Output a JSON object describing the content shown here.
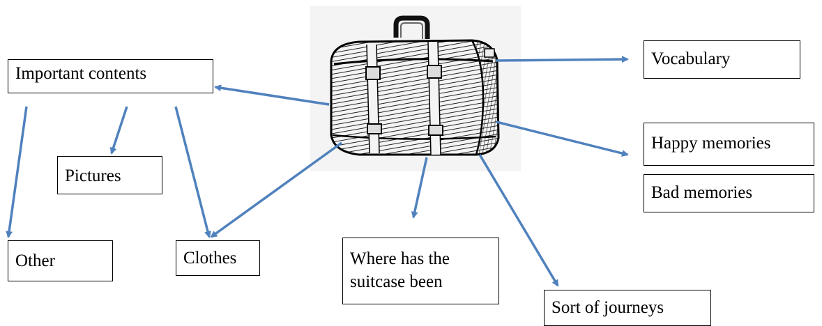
{
  "diagram": {
    "center_image": "suitcase-sketch",
    "arrow_color": "#4f81bd",
    "nodes": {
      "important_contents": "Important contents",
      "pictures": "Pictures",
      "other": "Other",
      "clothes": "Clothes",
      "where_been": "Where has the suitcase been",
      "vocabulary": "Vocabulary",
      "happy_memories": "Happy memories",
      "bad_memories": "Bad memories",
      "sort_of_journeys": "Sort of journeys"
    }
  }
}
